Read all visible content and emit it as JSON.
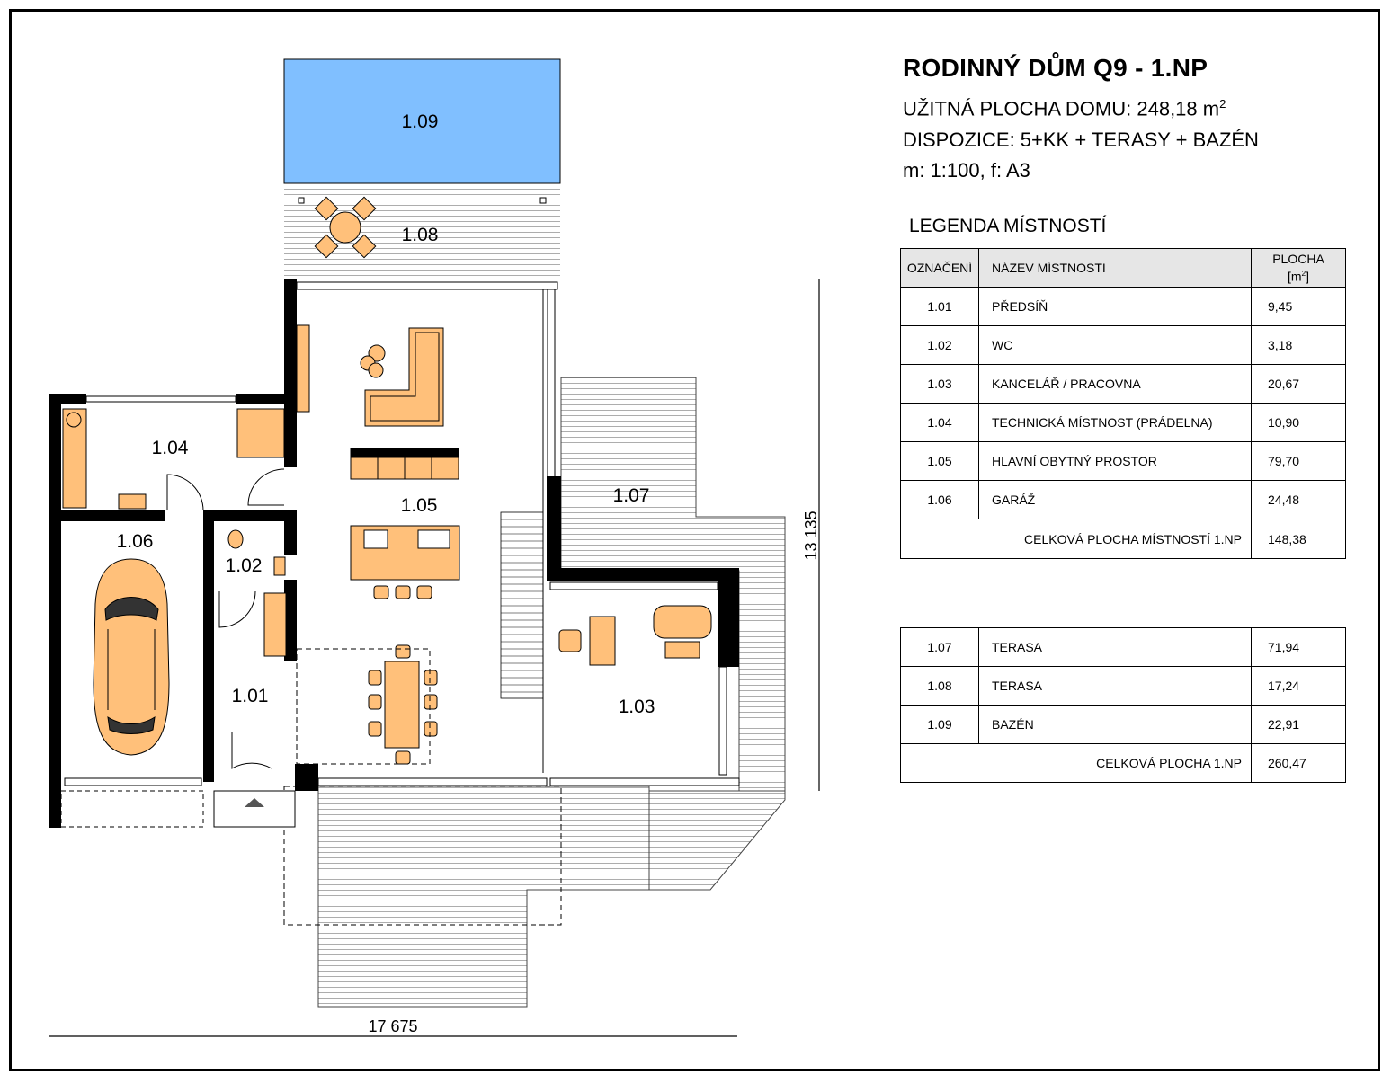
{
  "header": {
    "title": "RODINNÝ DŮM Q9 - 1.NP",
    "area_label": "UŽITNÁ PLOCHA DOMU: 248,18 m",
    "area_sup": "2",
    "disposition": "DISPOZICE: 5+KK + TERASY + BAZÉN",
    "scale": "m: 1:100, f: A3"
  },
  "legend": {
    "title": "LEGENDA MÍSTNOSTÍ",
    "col_code": "OZNAČENÍ",
    "col_name": "NÁZEV MÍSTNOSTI",
    "col_area": "PLOCHA",
    "col_area_unit": "[m",
    "col_area_unit_sup": "2",
    "col_area_unit_end": "]",
    "rooms": [
      {
        "code": "1.01",
        "name": "PŘEDSÍŇ",
        "area": "9,45"
      },
      {
        "code": "1.02",
        "name": "WC",
        "area": "3,18"
      },
      {
        "code": "1.03",
        "name": "KANCELÁŘ / PRACOVNA",
        "area": "20,67"
      },
      {
        "code": "1.04",
        "name": "TECHNICKÁ MÍSTNOST (PRÁDELNA)",
        "area": "10,90"
      },
      {
        "code": "1.05",
        "name": "HLAVNÍ OBYTNÝ PROSTOR",
        "area": "79,70"
      },
      {
        "code": "1.06",
        "name": "GARÁŽ",
        "area": "24,48"
      }
    ],
    "rooms_total_label": "CELKOVÁ PLOCHA MÍSTNOSTÍ 1.NP",
    "rooms_total": "148,38",
    "outdoor": [
      {
        "code": "1.07",
        "name": "TERASA",
        "area": "71,94"
      },
      {
        "code": "1.08",
        "name": "TERASA",
        "area": "17,24"
      },
      {
        "code": "1.09",
        "name": "BAZÉN",
        "area": "22,91"
      }
    ],
    "total_label": "CELKOVÁ PLOCHA 1.NP",
    "total": "260,47"
  },
  "plan": {
    "room_labels": {
      "r101": "1.01",
      "r102": "1.02",
      "r103": "1.03",
      "r104": "1.04",
      "r105": "1.05",
      "r106": "1.06",
      "r107": "1.07",
      "r108": "1.08",
      "r109": "1.09"
    },
    "dim_width": "17 675",
    "dim_height": "13 135"
  },
  "colors": {
    "pool": "#80bfff",
    "furniture": "#ffc07a",
    "wall": "#000000"
  }
}
